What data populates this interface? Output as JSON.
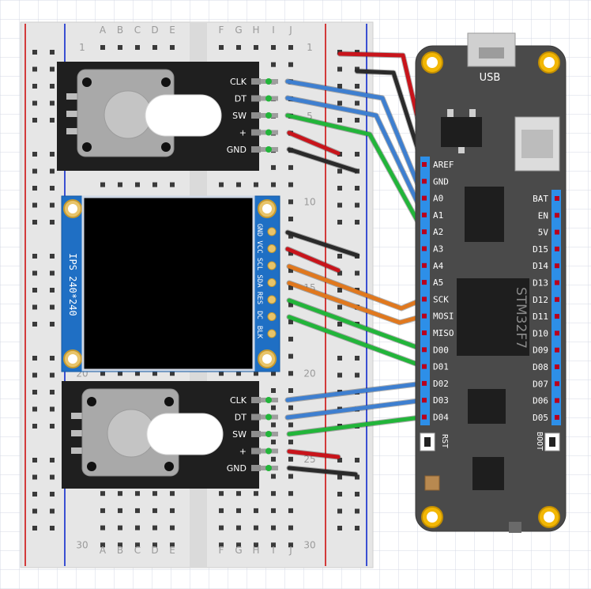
{
  "breadboard": {
    "col_letters_left": [
      "A",
      "B",
      "C",
      "D",
      "E"
    ],
    "col_letters_right": [
      "F",
      "G",
      "H",
      "I",
      "J"
    ],
    "row_numbers": [
      {
        "row": 1,
        "label": "1"
      },
      {
        "row": 5,
        "label": "5"
      },
      {
        "row": 10,
        "label": "10"
      },
      {
        "row": 15,
        "label": "15"
      },
      {
        "row": 20,
        "label": "20"
      },
      {
        "row": 25,
        "label": "25"
      },
      {
        "row": 30,
        "label": "30"
      }
    ]
  },
  "encoder_top": {
    "pins": [
      "CLK",
      "DT",
      "SW",
      "+",
      "GND"
    ]
  },
  "encoder_bottom": {
    "pins": [
      "CLK",
      "DT",
      "SW",
      "+",
      "GND"
    ]
  },
  "display": {
    "label": "IPS 240*240",
    "pins": [
      "GND",
      "VCC",
      "SCL",
      "SDA",
      "RES",
      "DC",
      "BLK"
    ]
  },
  "board": {
    "usb_label": "USB",
    "chip_label": "STM32F7",
    "rst_label": "RST",
    "boot_label": "BOOT",
    "left_pins": [
      "AREF",
      "GND",
      "A0",
      "A1",
      "A2",
      "A3",
      "A4",
      "A5",
      "SCK",
      "MOSI",
      "MISO",
      "D00",
      "D01",
      "D02",
      "D03",
      "D04"
    ],
    "right_pins": [
      "BAT",
      "EN",
      "5V",
      "D15",
      "D14",
      "D13",
      "D12",
      "D11",
      "D10",
      "D09",
      "D08",
      "D07",
      "D06",
      "D05"
    ]
  },
  "wire_colors": {
    "red": "#c8141b",
    "black": "#2a2a2a",
    "blue": "#3e7fd0",
    "green": "#22b53a",
    "orange": "#e0781e"
  }
}
